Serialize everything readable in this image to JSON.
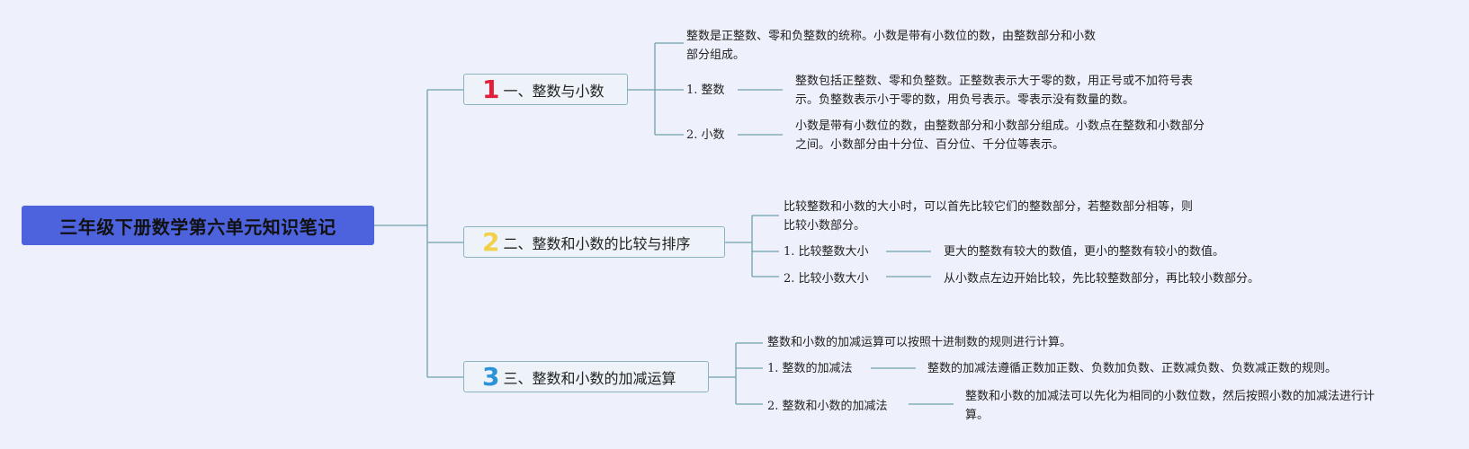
{
  "root": {
    "title": "三年级下册数学第六单元知识笔记"
  },
  "colors": {
    "root_bg": "#4d62dd",
    "line": "#6fa1ad",
    "branch_border": "#8bb3bf",
    "num1": "#e0203a",
    "num2": "#f3d04a",
    "num3": "#2b93d8"
  },
  "branches": [
    {
      "num": "1",
      "title": "一、整数与小数",
      "summary_lines": [
        "整数是正整数、零和负整数的统称。小数是带有小数位的数，由整数部分和小数",
        "部分组成。"
      ],
      "items": [
        {
          "label": "1. 整数",
          "desc_lines": [
            "整数包括正整数、零和负整数。正整数表示大于零的数，用正号或不加符号表",
            "示。负整数表示小于零的数，用负号表示。零表示没有数量的数。"
          ]
        },
        {
          "label": "2. 小数",
          "desc_lines": [
            "小数是带有小数位的数，由整数部分和小数部分组成。小数点在整数和小数部分",
            "之间。小数部分由十分位、百分位、千分位等表示。"
          ]
        }
      ]
    },
    {
      "num": "2",
      "title": "二、整数和小数的比较与排序",
      "summary_lines": [
        "比较整数和小数的大小时，可以首先比较它们的整数部分，若整数部分相等，则",
        "比较小数部分。"
      ],
      "items": [
        {
          "label": "1. 比较整数大小",
          "desc_lines": [
            "更大的整数有较大的数值，更小的整数有较小的数值。"
          ]
        },
        {
          "label": "2. 比较小数大小",
          "desc_lines": [
            "从小数点左边开始比较，先比较整数部分，再比较小数部分。"
          ]
        }
      ]
    },
    {
      "num": "3",
      "title": "三、整数和小数的加减运算",
      "summary_lines": [
        "整数和小数的加减运算可以按照十进制数的规则进行计算。"
      ],
      "items": [
        {
          "label": "1. 整数的加减法",
          "desc_lines": [
            "整数的加减法遵循正数加正数、负数加负数、正数减负数、负数减正数的规则。"
          ]
        },
        {
          "label": "2. 整数和小数的加减法",
          "desc_lines": [
            "整数和小数的加减法可以先化为相同的小数位数，然后按照小数的加减法进行计",
            "算。"
          ]
        }
      ]
    }
  ]
}
